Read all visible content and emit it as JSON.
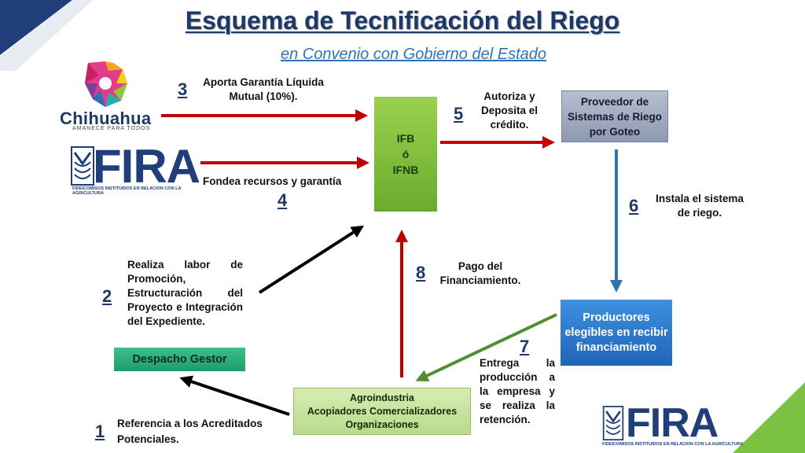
{
  "title": "Esquema de Tecnificación del Riego",
  "subtitle": "en Convenio con Gobierno del Estado",
  "logos": {
    "chihuahua_name": "Chihuahua",
    "chihuahua_tagline": "AMANECE PARA TODOS",
    "fira_name": "FIRA",
    "fira_tagline": "FIDEICOMISOS INSTITUIDOS EN RELACION CON LA AGRICULTURA"
  },
  "nodes": {
    "ifb": [
      "IFB",
      "ó",
      "IFNB"
    ],
    "proveedor": "Proveedor de Sistemas de Riego por Goteo",
    "productores": "Productores elegibles en recibir financiamiento",
    "despacho": "Despacho Gestor",
    "agroindustria": [
      "Agroindustria",
      "Acopiadores Comercializadores",
      "Organizaciones"
    ]
  },
  "steps": {
    "s1": {
      "num": "1",
      "text": "Referencia a los Acreditados Potenciales."
    },
    "s2": {
      "num": "2",
      "text": "Realiza labor de Promoción, Estructuración del Proyecto e Integración del Expediente."
    },
    "s3": {
      "num": "3",
      "text": "Aporta Garantía Líquida Mutual (10%)."
    },
    "s4": {
      "num": "4",
      "text": "Fondea recursos y garantía"
    },
    "s5": {
      "num": "5",
      "text": "Autoriza y Deposita el crédito."
    },
    "s6": {
      "num": "6",
      "text": "Instala el sistema de riego."
    },
    "s7": {
      "num": "7",
      "text": "Entrega la producción a la empresa y se realiza la retención."
    },
    "s8": {
      "num": "8",
      "text": "Pago del Financiamiento."
    }
  },
  "colors": {
    "title": "#1f3864",
    "arrow_red": "#c00000",
    "arrow_black": "#000000",
    "arrow_blue": "#2e75b6",
    "arrow_green": "#4e8f2e",
    "corner_blue": "#1f3e7a",
    "corner_green": "#7cc242"
  },
  "icons": [
    "chihuahua-logo-icon",
    "fira-logo-icon"
  ]
}
